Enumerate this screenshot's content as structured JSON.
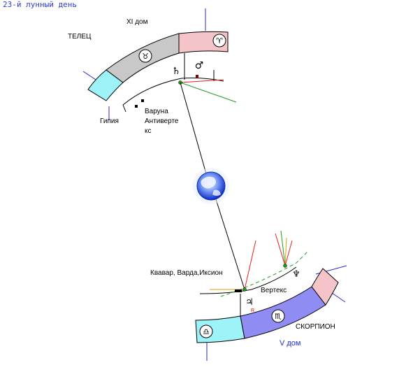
{
  "title": "23-й лунный день",
  "upper": {
    "house_label": "XI дом",
    "sign_label": "ТЕЛЕЦ",
    "taurus_glyph": "♉",
    "aries_glyph": "♈",
    "saturn_glyph": "♄",
    "mars_glyph": "♂",
    "gipia_label": "Гипия",
    "varuna_label": "Варуна",
    "antivertex_line1": "Антиверте",
    "antivertex_line2": "кс"
  },
  "lower": {
    "quaoar_label": "Квавар, Варда,Иксион",
    "vertex_label": "Вертекс",
    "neptune_glyph": "♆",
    "jupiter_glyph": "♃",
    "retro_mark": "R",
    "libra_glyph": "♎",
    "scorpio_glyph": "♏",
    "sign_label": "СКОРПИОН",
    "house_label": "V дом"
  },
  "colors": {
    "aquamarine": "#9ef3f8",
    "gray": "#c8c8c8",
    "pink": "#f5c4c8",
    "violet": "#8f8df3",
    "blue_line": "#2727d8",
    "red": "#e32020",
    "green": "#1f9a1f",
    "orange": "#e0a000",
    "title_blue": "#2b3ccf"
  },
  "icons": {
    "earth": "earth-globe-icon"
  }
}
